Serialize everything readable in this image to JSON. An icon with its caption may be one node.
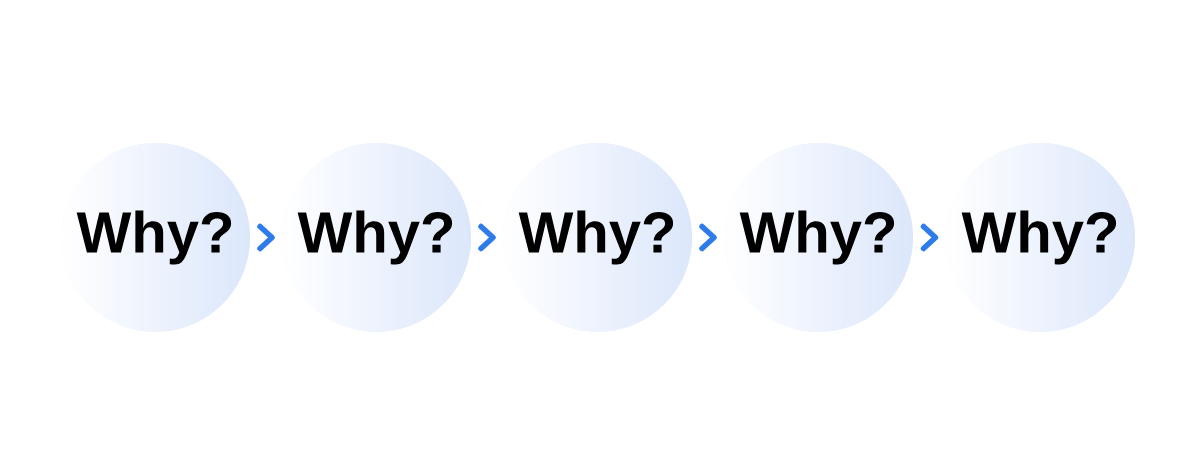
{
  "diagram": {
    "nodes": [
      {
        "text": [
          "Why?"
        ]
      },
      {
        "text": [
          "Why?"
        ]
      },
      {
        "text": [
          "Why?"
        ]
      },
      {
        "text": [
          "Why?"
        ]
      },
      {
        "text": [
          "Why?"
        ]
      }
    ],
    "edges": [
      {
        "from": 0,
        "to": 1,
        "arrow": "to"
      },
      {
        "from": 1,
        "to": 2,
        "arrow": "to"
      },
      {
        "from": 2,
        "to": 3,
        "arrow": "to"
      },
      {
        "from": 3,
        "to": 4,
        "arrow": "to"
      }
    ]
  }
}
